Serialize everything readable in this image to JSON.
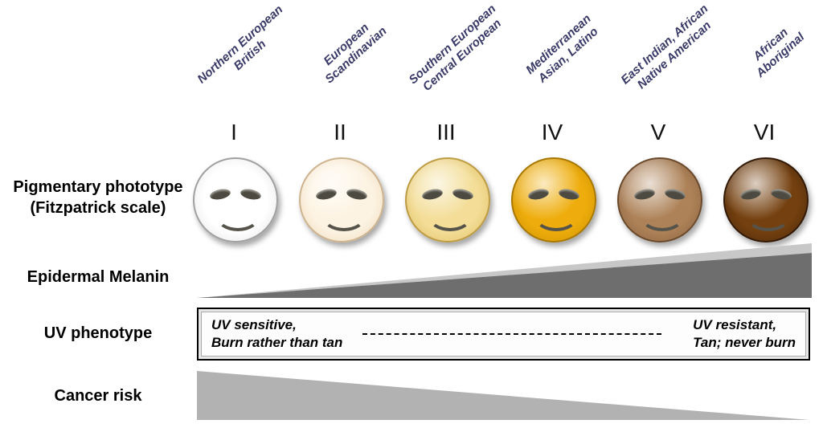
{
  "labels": {
    "pigmentary_line1": "Pigmentary phototype",
    "pigmentary_line2": "(Fitzpatrick scale)",
    "melanin": "Epidermal Melanin",
    "uv_phenotype": "UV phenotype",
    "cancer_risk": "Cancer risk"
  },
  "phototypes": [
    {
      "numeral": "I",
      "ethnicity_line1": "Northern European",
      "ethnicity_line2": "British",
      "skin_color": "#ffffff",
      "skin_shade": "#e0e0e0",
      "skin_ring": "#a0a0a0"
    },
    {
      "numeral": "II",
      "ethnicity_line1": "European",
      "ethnicity_line2": "Scandinavian",
      "skin_color": "#fdf3e2",
      "skin_shade": "#edd9ba",
      "skin_ring": "#cdb38e"
    },
    {
      "numeral": "III",
      "ethnicity_line1": "Southern European",
      "ethnicity_line2": "Central European",
      "skin_color": "#f3dd97",
      "skin_shade": "#ddbd62",
      "skin_ring": "#bd9c44"
    },
    {
      "numeral": "IV",
      "ethnicity_line1": "Mediterranean",
      "ethnicity_line2": "Asian, Latino",
      "skin_color": "#eead0c",
      "skin_shade": "#c98f00",
      "skin_ring": "#a87700"
    },
    {
      "numeral": "V",
      "ethnicity_line1": "East Indian, African",
      "ethnicity_line2": "Native American",
      "skin_color": "#ad8258",
      "skin_shade": "#866040",
      "skin_ring": "#6b4a2c"
    },
    {
      "numeral": "VI",
      "ethnicity_line1": "African",
      "ethnicity_line2": "Aboriginal",
      "skin_color": "#74400f",
      "skin_shade": "#47270a",
      "skin_ring": "#331a06"
    }
  ],
  "uv_box": {
    "left_line1": "UV sensitive,",
    "left_line2": "Burn rather than tan",
    "right_line1": "UV resistant,",
    "right_line2": "Tan; never burn"
  },
  "colors": {
    "ethnicity_text": "#3a3a68",
    "melanin_triangle": "#6e6e6e",
    "melanin_highlight": "#c8c8c8",
    "cancer_triangle": "#b2b2b2"
  }
}
